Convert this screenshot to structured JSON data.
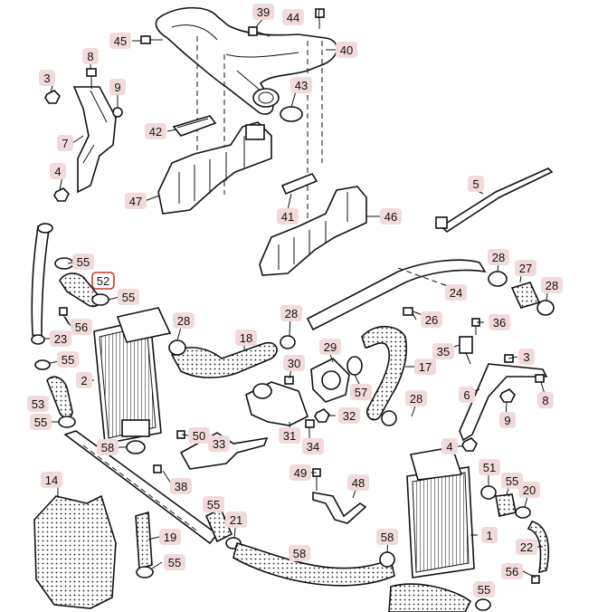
{
  "diagram": {
    "selected_callout": "52",
    "callouts": [
      {
        "n": "45"
      },
      {
        "n": "39"
      },
      {
        "n": "44"
      },
      {
        "n": "40"
      },
      {
        "n": "3"
      },
      {
        "n": "8"
      },
      {
        "n": "9"
      },
      {
        "n": "7"
      },
      {
        "n": "4"
      },
      {
        "n": "43"
      },
      {
        "n": "42"
      },
      {
        "n": "47"
      },
      {
        "n": "41"
      },
      {
        "n": "46"
      },
      {
        "n": "5"
      },
      {
        "n": "55"
      },
      {
        "n": "52"
      },
      {
        "n": "55"
      },
      {
        "n": "56"
      },
      {
        "n": "23"
      },
      {
        "n": "28"
      },
      {
        "n": "28"
      },
      {
        "n": "26"
      },
      {
        "n": "24"
      },
      {
        "n": "28"
      },
      {
        "n": "27"
      },
      {
        "n": "28"
      },
      {
        "n": "36"
      },
      {
        "n": "55"
      },
      {
        "n": "2"
      },
      {
        "n": "18"
      },
      {
        "n": "30"
      },
      {
        "n": "29"
      },
      {
        "n": "35"
      },
      {
        "n": "3"
      },
      {
        "n": "17"
      },
      {
        "n": "53"
      },
      {
        "n": "55"
      },
      {
        "n": "57"
      },
      {
        "n": "6"
      },
      {
        "n": "8"
      },
      {
        "n": "32"
      },
      {
        "n": "28"
      },
      {
        "n": "9"
      },
      {
        "n": "50"
      },
      {
        "n": "33"
      },
      {
        "n": "31"
      },
      {
        "n": "58"
      },
      {
        "n": "34"
      },
      {
        "n": "4"
      },
      {
        "n": "38"
      },
      {
        "n": "14"
      },
      {
        "n": "49"
      },
      {
        "n": "48"
      },
      {
        "n": "58"
      },
      {
        "n": "51"
      },
      {
        "n": "55"
      },
      {
        "n": "20"
      },
      {
        "n": "55"
      },
      {
        "n": "21"
      },
      {
        "n": "19"
      },
      {
        "n": "58"
      },
      {
        "n": "1"
      },
      {
        "n": "22"
      },
      {
        "n": "55"
      },
      {
        "n": "56"
      },
      {
        "n": "55"
      }
    ]
  }
}
